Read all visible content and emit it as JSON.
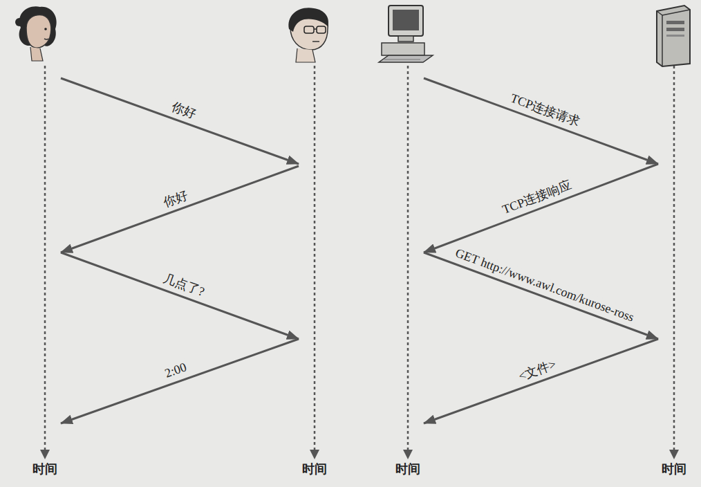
{
  "diagram": {
    "nodes": [
      {
        "text": [
          "时间"
        ]
      },
      {
        "text": [
          "时间"
        ]
      },
      {
        "text": [
          "时间"
        ]
      },
      {
        "text": [
          "时间"
        ]
      }
    ],
    "edges": [
      {
        "from": 0,
        "to": 1,
        "label": "你好",
        "arrow": "to"
      },
      {
        "from": 1,
        "to": 0,
        "label": "你好",
        "arrow": "to"
      },
      {
        "from": 0,
        "to": 1,
        "label": "几点了?",
        "arrow": "to"
      },
      {
        "from": 1,
        "to": 0,
        "label": "2:00",
        "arrow": "to"
      },
      {
        "from": 2,
        "to": 3,
        "label": "TCP连接请求",
        "arrow": "to"
      },
      {
        "from": 3,
        "to": 2,
        "label": "TCP连接响应",
        "arrow": "to"
      },
      {
        "from": 2,
        "to": 3,
        "label": "GET http://www.awl.com/kurose-ross",
        "arrow": "to"
      },
      {
        "from": 3,
        "to": 2,
        "label": "<文件>",
        "arrow": "to"
      }
    ]
  }
}
